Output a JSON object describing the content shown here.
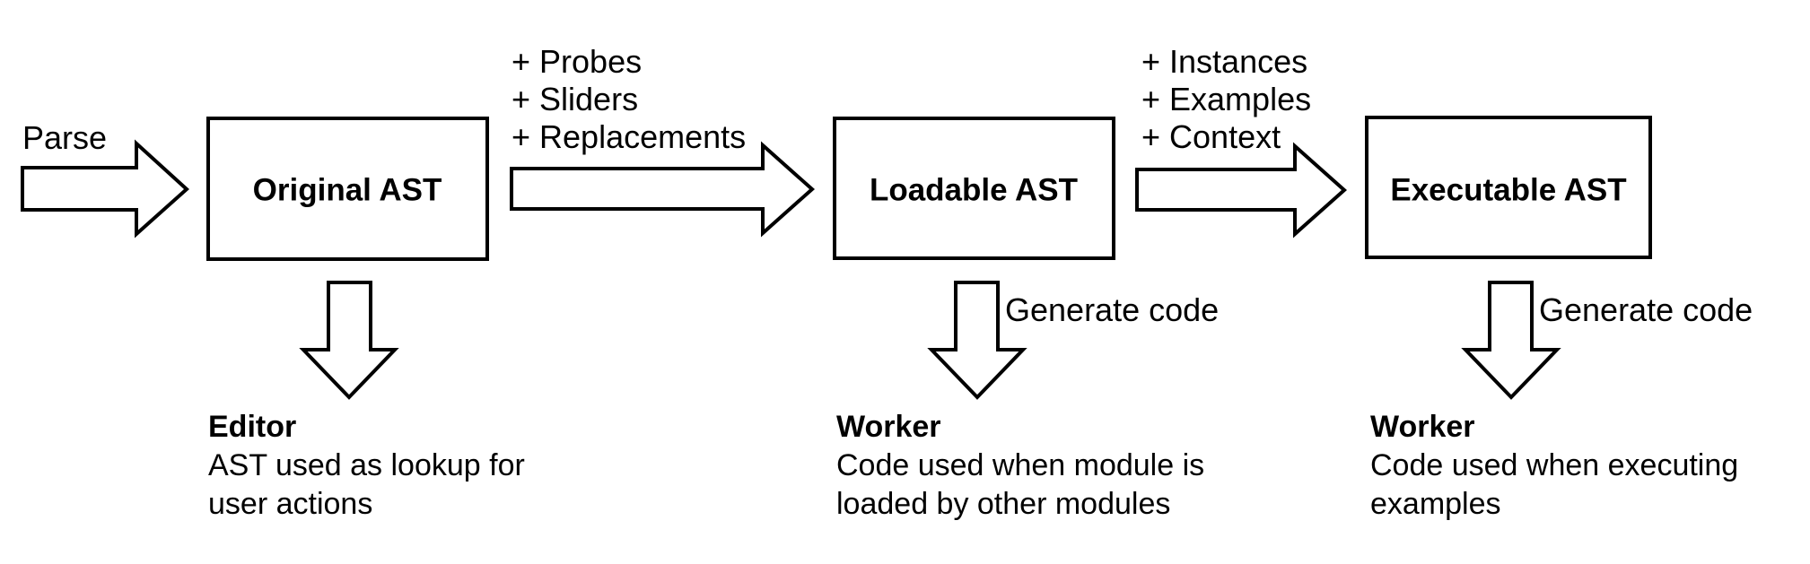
{
  "diagram": {
    "title": "AST pipeline diagram",
    "background_color": "#ffffff",
    "stroke_color": "#000000",
    "nodes": [
      {
        "id": "original",
        "label": "Original AST"
      },
      {
        "id": "loadable",
        "label": "Loadable AST"
      },
      {
        "id": "executable",
        "label": "Executable AST"
      }
    ],
    "flow_arrows": [
      {
        "id": "parse-arrow",
        "label_lines": [
          "Parse"
        ]
      },
      {
        "id": "original-to-loadable-arrow",
        "label_lines": [
          "+ Probes",
          "+ Sliders",
          "+ Replacements"
        ]
      },
      {
        "id": "loadable-to-executable-arrow",
        "label_lines": [
          "+ Instances",
          "+ Examples",
          "+ Context"
        ]
      }
    ],
    "outputs": [
      {
        "id": "editor-output",
        "arrow_label": "",
        "title": "Editor",
        "description_lines": [
          "AST used as lookup for",
          "user actions"
        ]
      },
      {
        "id": "loadable-worker-output",
        "arrow_label": "Generate code",
        "title": "Worker",
        "description_lines": [
          "Code used when module is",
          "loaded by other modules"
        ]
      },
      {
        "id": "executable-worker-output",
        "arrow_label": "Generate code",
        "title": "Worker",
        "description_lines": [
          "Code used when executing",
          "examples"
        ]
      }
    ]
  }
}
